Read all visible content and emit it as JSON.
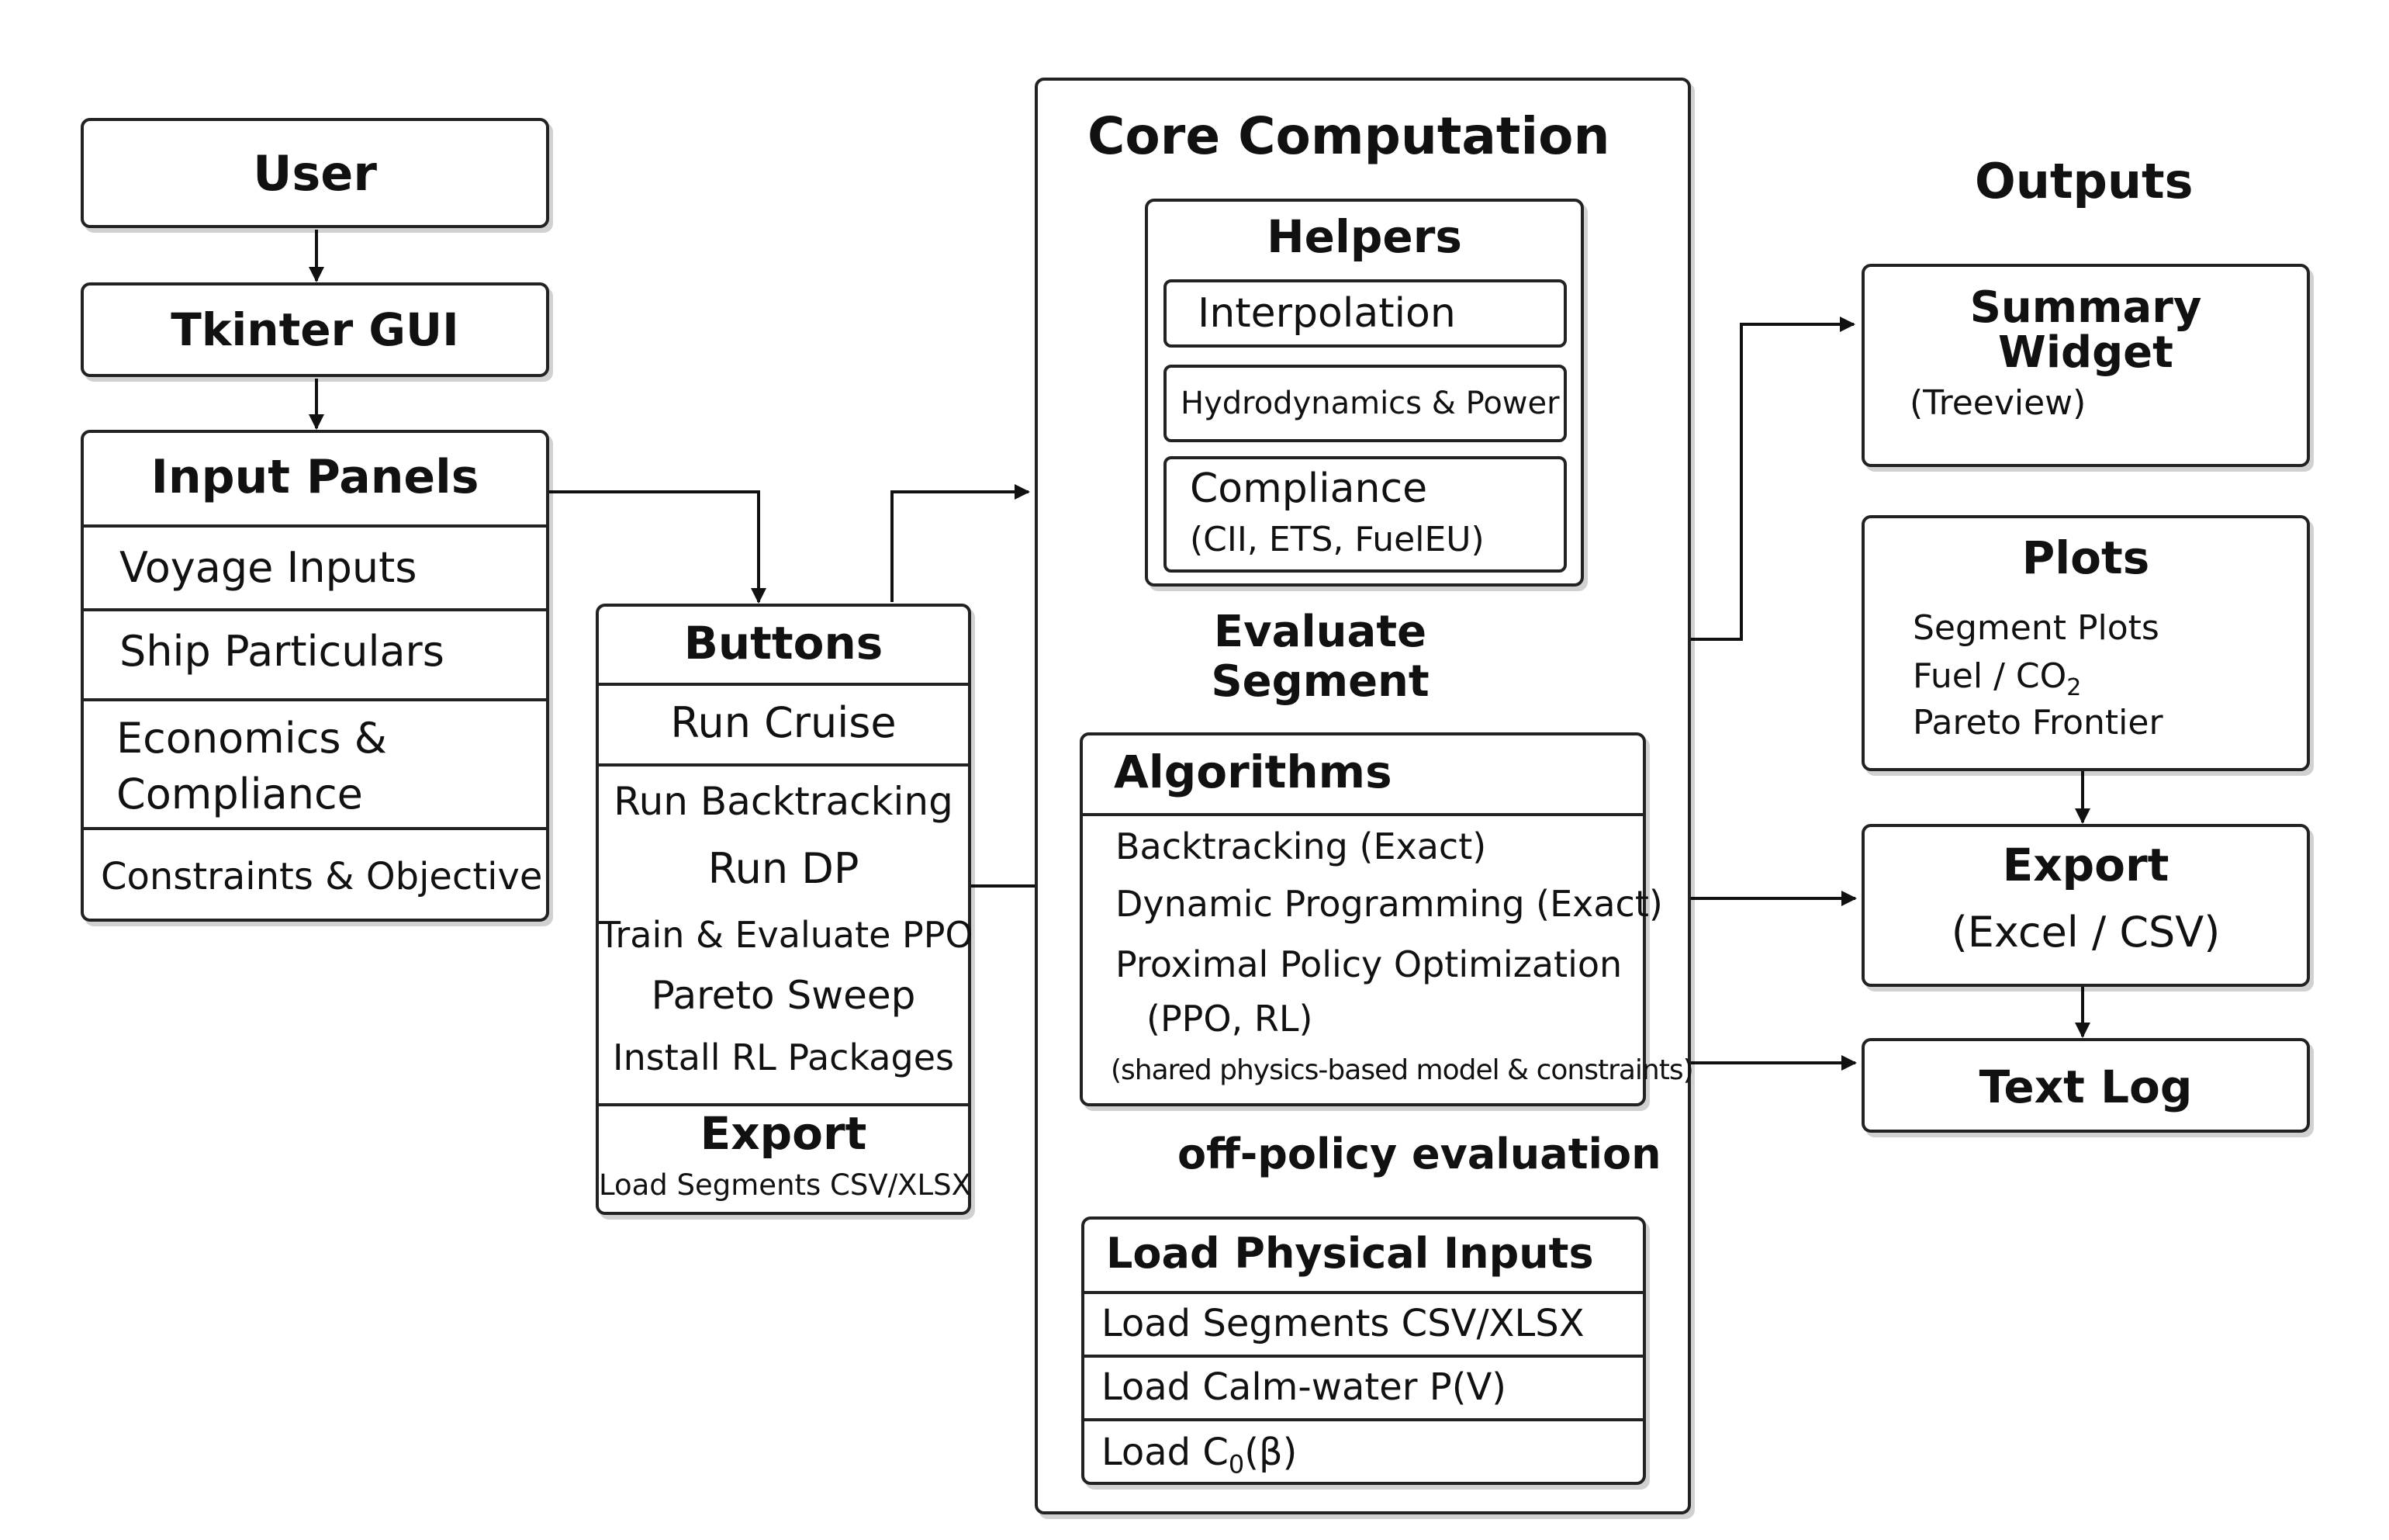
{
  "user": {
    "title": "User"
  },
  "gui": {
    "title": "Tkinter GUI"
  },
  "input_panels": {
    "title": "Input Panels",
    "items": [
      "Voyage Inputs",
      "Ship Particulars",
      "Economics &",
      "Compliance",
      "Constraints & Objective"
    ]
  },
  "buttons": {
    "title": "Buttons",
    "run_cruise": "Run Cruise",
    "items": [
      "Run Backtracking",
      "Run DP",
      "Train & Evaluate PPO",
      "Pareto Sweep",
      "Install RL Packages"
    ],
    "export_title": "Export",
    "export_sub": "Load Segments CSV/XLSX"
  },
  "core": {
    "title": "Core Computation",
    "helpers": {
      "title": "Helpers",
      "interpolation": "Interpolation",
      "hydro": "Hydrodynamics & Power",
      "compliance": "Compliance",
      "compliance_sub": "(CII, ETS, FuelEU)"
    },
    "evaluate": [
      "Evaluate",
      "Segment"
    ],
    "algorithms": {
      "title": "Algorithms",
      "items": [
        "Backtracking (Exact)",
        "Dynamic Programming (Exact)",
        "Proximal Policy Optimization",
        "(PPO, RL)"
      ],
      "note": "(shared physics-based model & constraints)"
    },
    "ope": "off-policy evaluation",
    "load": {
      "title": "Load Physical Inputs",
      "items": [
        "Load Segments CSV/XLSX",
        "Load Calm-water P(V)",
        "Load C",
        "0",
        "(β)"
      ]
    }
  },
  "outputs": {
    "title": "Outputs",
    "summary": {
      "title": [
        "Summary",
        "Widget"
      ],
      "sub": "(Treeview)"
    },
    "plots": {
      "title": "Plots",
      "items": [
        "Segment Plots",
        "Fuel / CO",
        "2",
        "Pareto Frontier"
      ]
    },
    "export": {
      "title": "Export",
      "sub": "(Excel / CSV)"
    },
    "log": {
      "title": "Text Log"
    }
  }
}
